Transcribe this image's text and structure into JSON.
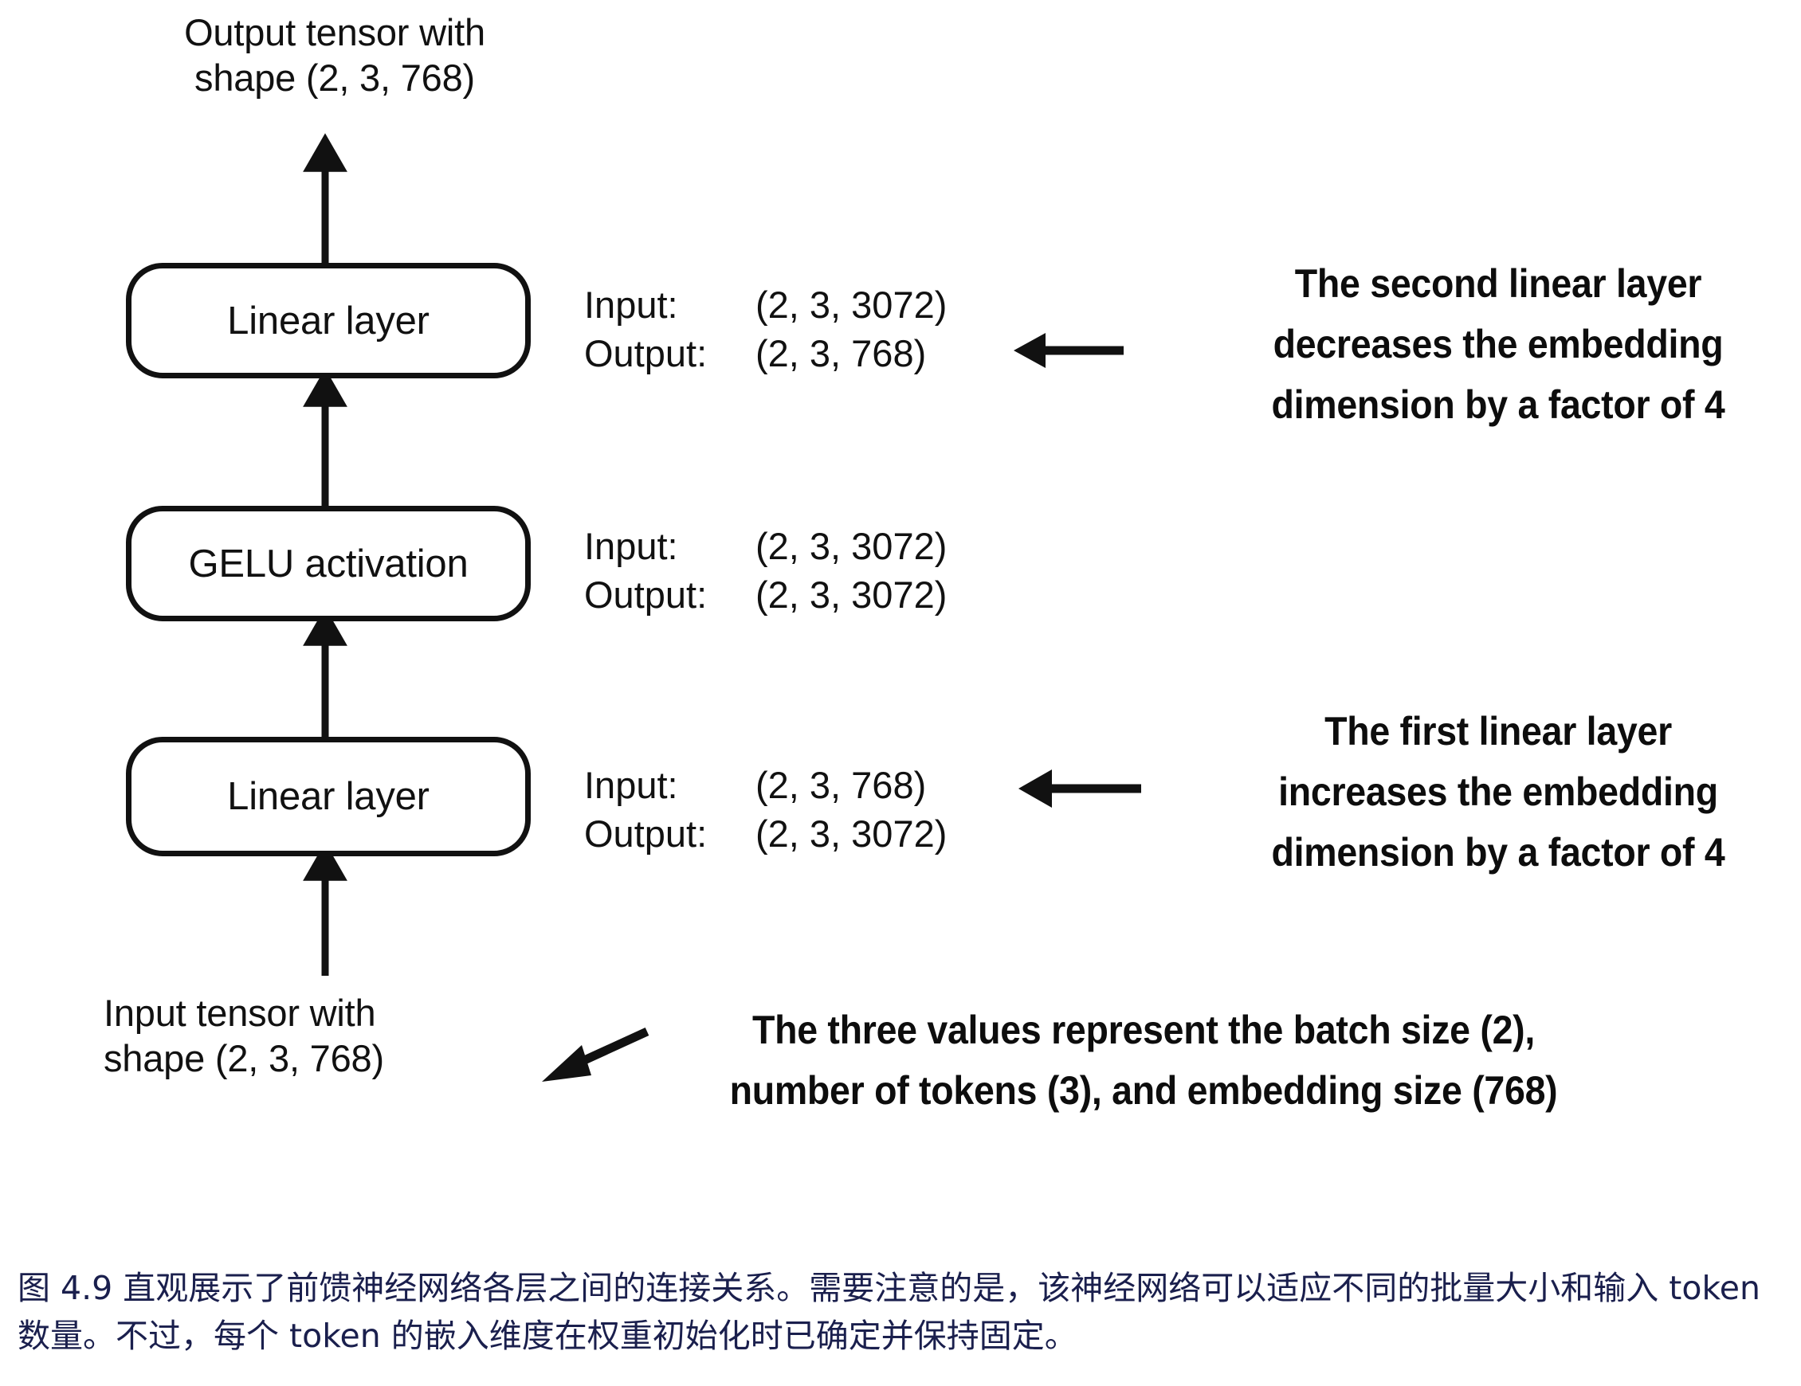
{
  "figure": {
    "id": "4.9",
    "output_tensor_label": "Output tensor with\nshape (2, 3, 768)",
    "input_tensor_label": "Input tensor with\nshape (2, 3, 768)",
    "caption": "图 4.9 直观展示了前馈神经网络各层之间的连接关系。需要注意的是，该神经网络可以适应不同的批量大小和输入 token 数量。不过，每个 token 的嵌入维度在权重初始化时已确定并保持固定。",
    "caption_color": "#1a1f4d",
    "stroke_color": "#111111",
    "background_color": "#ffffff"
  },
  "blocks": [
    {
      "name": "linear-layer-2",
      "label": "Linear layer",
      "io": {
        "input_key": "Input:",
        "input_value": "(2, 3, 3072)",
        "output_key": "Output:",
        "output_value": "(2, 3, 768)"
      },
      "annotation": "The second linear layer decreases the embedding dimension by a factor of 4"
    },
    {
      "name": "gelu-activation",
      "label": "GELU activation",
      "io": {
        "input_key": "Input:",
        "input_value": "(2, 3, 3072)",
        "output_key": "Output:",
        "output_value": "(2, 3, 3072)"
      },
      "annotation": ""
    },
    {
      "name": "linear-layer-1",
      "label": "Linear layer",
      "io": {
        "input_key": "Input:",
        "input_value": "(2, 3, 768)",
        "output_key": "Output:",
        "output_value": "(2, 3, 3072)"
      },
      "annotation": "The first linear layer increases the embedding dimension by a factor of 4"
    }
  ],
  "annotations": {
    "second_linear": "The second linear layer decreases the embedding dimension by a factor of 4",
    "first_linear": "The first linear layer increases the embedding dimension by a factor of 4",
    "three_values": "The three values represent the batch size (2), number of tokens (3), and embedding size (768)"
  },
  "chart_data": {
    "type": "diagram",
    "title": "Feed forward neural network layer connections",
    "nodes": [
      {
        "id": "output",
        "label": "Output tensor with shape (2, 3, 768)",
        "kind": "tensor"
      },
      {
        "id": "linear2",
        "label": "Linear layer",
        "kind": "layer",
        "input_shape": "(2, 3, 3072)",
        "output_shape": "(2, 3, 768)"
      },
      {
        "id": "gelu",
        "label": "GELU activation",
        "kind": "layer",
        "input_shape": "(2, 3, 3072)",
        "output_shape": "(2, 3, 3072)"
      },
      {
        "id": "linear1",
        "label": "Linear layer",
        "kind": "layer",
        "input_shape": "(2, 3, 768)",
        "output_shape": "(2, 3, 3072)"
      },
      {
        "id": "input",
        "label": "Input tensor with shape (2, 3, 768)",
        "kind": "tensor"
      }
    ],
    "edges": [
      {
        "from": "input",
        "to": "linear1",
        "direction": "up"
      },
      {
        "from": "linear1",
        "to": "gelu",
        "direction": "up"
      },
      {
        "from": "gelu",
        "to": "linear2",
        "direction": "up"
      },
      {
        "from": "linear2",
        "to": "output",
        "direction": "up"
      }
    ],
    "callouts": [
      {
        "target": "linear2",
        "text": "The second linear layer decreases the embedding dimension by a factor of 4"
      },
      {
        "target": "linear1",
        "text": "The first linear layer increases the embedding dimension by a factor of 4"
      },
      {
        "target": "input",
        "text": "The three values represent the batch size (2), number of tokens (3), and embedding size (768)"
      }
    ],
    "batch_size": 2,
    "num_tokens": 3,
    "embedding_size": 768,
    "hidden_size": 3072,
    "expansion_factor": 4
  }
}
